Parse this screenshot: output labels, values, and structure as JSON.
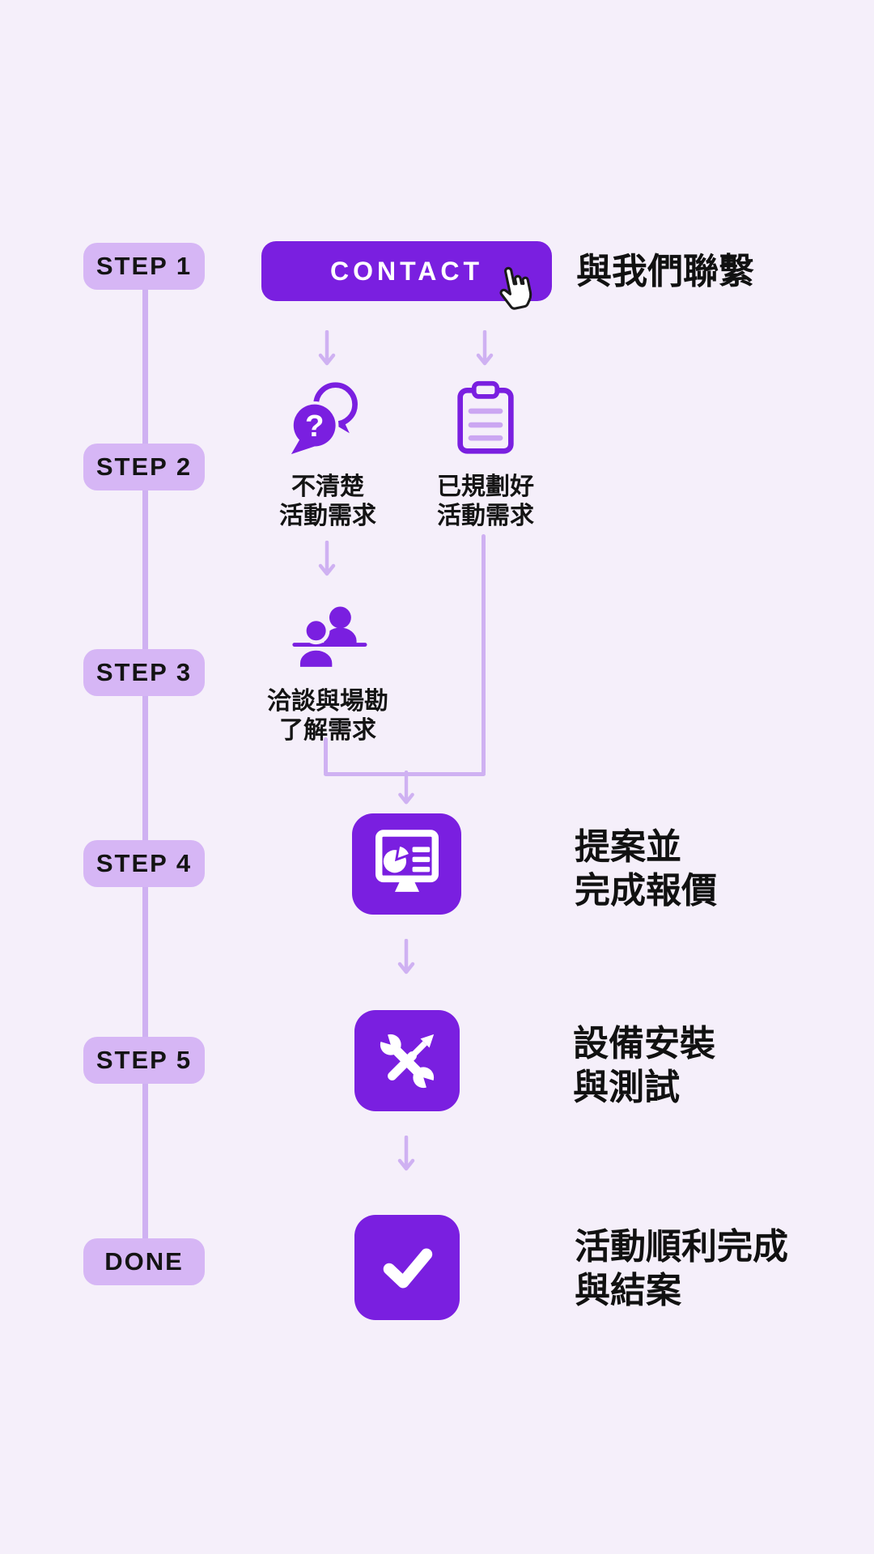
{
  "page": {
    "background": "#f5effa"
  },
  "colors": {
    "primary_purple": "#7a1fe0",
    "badge_background": "#d6b6f5",
    "badge_text": "#141414",
    "caption_text": "#111111",
    "connector_line": "#cfb1f2",
    "clipboard_lines": "#cba6f2",
    "button_text": "#ffffff"
  },
  "timeline": {
    "badges": [
      "STEP 1",
      "STEP 2",
      "STEP 3",
      "STEP 4",
      "STEP 5",
      "DONE"
    ]
  },
  "step1": {
    "button_label": "CONTACT",
    "caption": "與我們聯繫"
  },
  "step2": {
    "branch_left": {
      "line1": "不清楚",
      "line2": "活動需求"
    },
    "branch_right": {
      "line1": "已規劃好",
      "line2": "活動需求"
    }
  },
  "step3": {
    "label": {
      "line1": "洽談與場勘",
      "line2": "了解需求"
    }
  },
  "step4": {
    "caption": {
      "line1": "提案並",
      "line2": "完成報價"
    }
  },
  "step5": {
    "caption": {
      "line1": "設備安裝",
      "line2": "與測試"
    }
  },
  "done": {
    "caption": {
      "line1": "活動順利完成",
      "line2": "與結案"
    }
  },
  "icons": [
    "cursor-click-icon",
    "chat-question-icon",
    "clipboard-icon",
    "people-meeting-icon",
    "monitor-chart-icon",
    "tools-icon",
    "checkmark-icon",
    "arrow-down-icon"
  ]
}
